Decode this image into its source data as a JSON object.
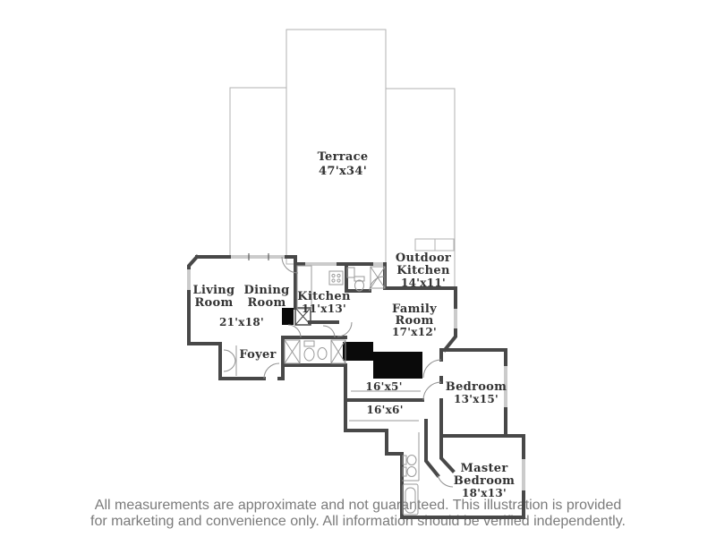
{
  "plan": {
    "rooms": {
      "terrace": {
        "name": "Terrace",
        "dims": "47'x34'"
      },
      "outdoor_kitchen": {
        "line1": "Outdoor",
        "line2": "Kitchen",
        "dims": "14'x11'"
      },
      "living": {
        "line1": "Living",
        "line2": "Room",
        "dims": "21'x18'"
      },
      "dining": {
        "line1": "Dining",
        "line2": "Room"
      },
      "kitchen": {
        "name": "Kitchen",
        "dims": "11'x13'"
      },
      "family": {
        "line1": "Family",
        "line2": "Room",
        "dims": "17'x12'"
      },
      "foyer": {
        "name": "Foyer"
      },
      "gallery_upper": {
        "dims": "16'x5'"
      },
      "gallery_lower": {
        "dims": "16'x6'"
      },
      "bedroom": {
        "name": "Bedroom",
        "dims": "13'x15'"
      },
      "master": {
        "line1": "Master",
        "line2": "Bedroom",
        "dims": "18'x13'"
      }
    },
    "colors": {
      "wall": "#484848",
      "terrace_line": "#b2b2b2",
      "window": "#cbcbcb",
      "core": "#0a0a0a",
      "fixture_line": "#9a9a9a",
      "label_text": "#333333",
      "disclaimer_text": "#7b7b7b",
      "background": "#ffffff"
    }
  },
  "disclaimer": {
    "line1": "All measurements are approximate and not guaranteed. This illustration is provided",
    "line2": "for marketing and convenience only. All information should be verified independently."
  }
}
